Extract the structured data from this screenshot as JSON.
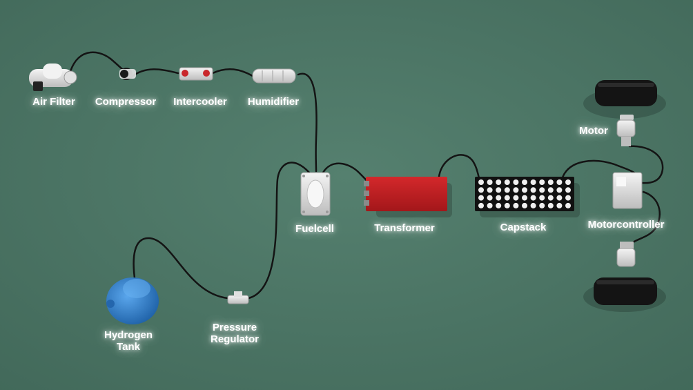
{
  "background": "#4b7767",
  "labels": {
    "air_filter": "Air Filter",
    "compressor": "Compressor",
    "intercooler": "Intercooler",
    "humidifier": "Humidifier",
    "fuelcell": "Fuelcell",
    "transformer": "Transformer",
    "capstack": "Capstack",
    "motor": "Motor",
    "motorcontroller": "Motorcontroller",
    "hydrogen_tank_line1": "Hydrogen",
    "hydrogen_tank_line2": "Tank",
    "pressure_regulator_line1": "Pressure",
    "pressure_regulator_line2": "Regulator"
  },
  "colors": {
    "transformer": "#c52125",
    "capstack": "#111111",
    "hydrogen_tank": "#2f7fd0",
    "hose": "#141414",
    "wheel": "#141414",
    "component": "#e6e6e6"
  }
}
